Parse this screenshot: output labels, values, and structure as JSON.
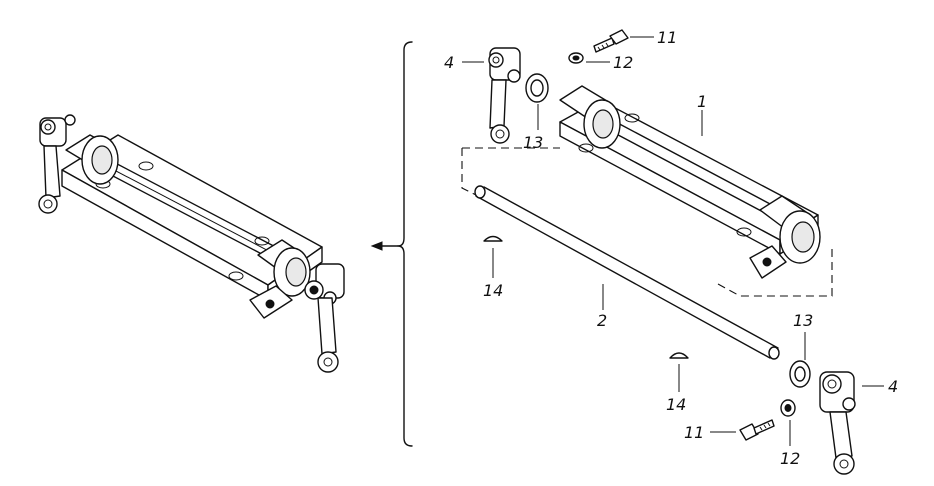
{
  "callouts": {
    "n1": "1",
    "n2": "2",
    "n4a": "4",
    "n4b": "4",
    "n11a": "11",
    "n11b": "11",
    "n12a": "12",
    "n12b": "12",
    "n13a": "13",
    "n13b": "13",
    "n14a": "14",
    "n14b": "14"
  }
}
